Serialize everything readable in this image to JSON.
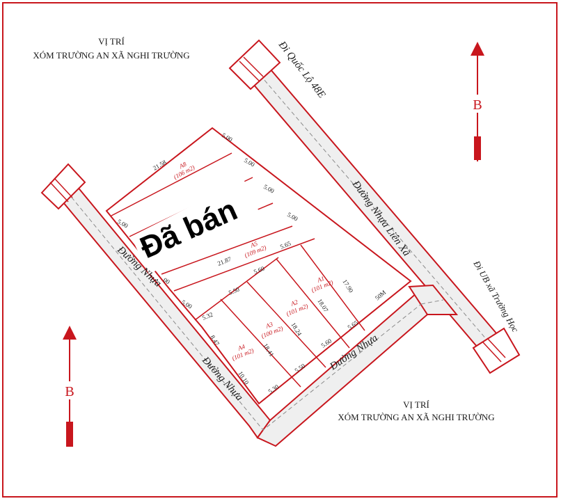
{
  "location_top": {
    "line1": "VỊ TRÍ",
    "line2": "XÓM TRƯỜNG AN XÃ NGHI TRƯỜNG"
  },
  "location_bottom": {
    "line1": "VỊ TRÍ",
    "line2": "XÓM TRƯỜNG AN XÃ NGHI TRƯỜNG"
  },
  "roads": {
    "to_highway": "Đi Quốc Lộ 48E",
    "lien_xa": "Đường Nhựa Liên Xã",
    "to_committee": "Đi UB xã Trường Học",
    "nhua_left": "Đường Nhựa",
    "nhua_left_lower": "Đường Nhựa",
    "nhua_bottom": "Đường Nhựa",
    "width_label": "50M"
  },
  "section_markers": {
    "top": "B",
    "bottom": "B"
  },
  "sold_label": "Đã bán",
  "lots": [
    {
      "name": "A8",
      "area": "(106 m2)"
    },
    {
      "name": "A5",
      "area": "(109 m2)"
    },
    {
      "name": "A1",
      "area": "(101 m2)"
    },
    {
      "name": "A2",
      "area": "(101 m2)"
    },
    {
      "name": "A3",
      "area": "(100 m2)"
    },
    {
      "name": "A4",
      "area": "(101 m2)"
    }
  ],
  "dimensions": {
    "d_21_58": "21.58",
    "d_5_00_a": "5.00",
    "d_5_00_b": "5.00",
    "d_5_00_c": "5.00",
    "d_5_00_d": "5.00",
    "d_5_00_e": "5.00",
    "d_5_00_f": "5.00",
    "d_00": "00",
    "d_21_87": "21.87",
    "d_5_65_a": "5.65",
    "d_5_60_a": "5.60",
    "d_5_50_a": "5.50",
    "d_5_32": "5.32",
    "d_17_90": "17.90",
    "d_18_07": "18.07",
    "d_18_24": "18.24",
    "d_18_41": "18.41",
    "d_8_47": "8.47",
    "d_10_10": "10.10",
    "d_5_65_b": "5.65",
    "d_5_60_b": "5.60",
    "d_5_50_b": "5.50",
    "d_5_30": "5.30"
  },
  "colors": {
    "line": "#c8161d",
    "road_fill": "#efefef",
    "centerline": "#8a8a8a"
  }
}
